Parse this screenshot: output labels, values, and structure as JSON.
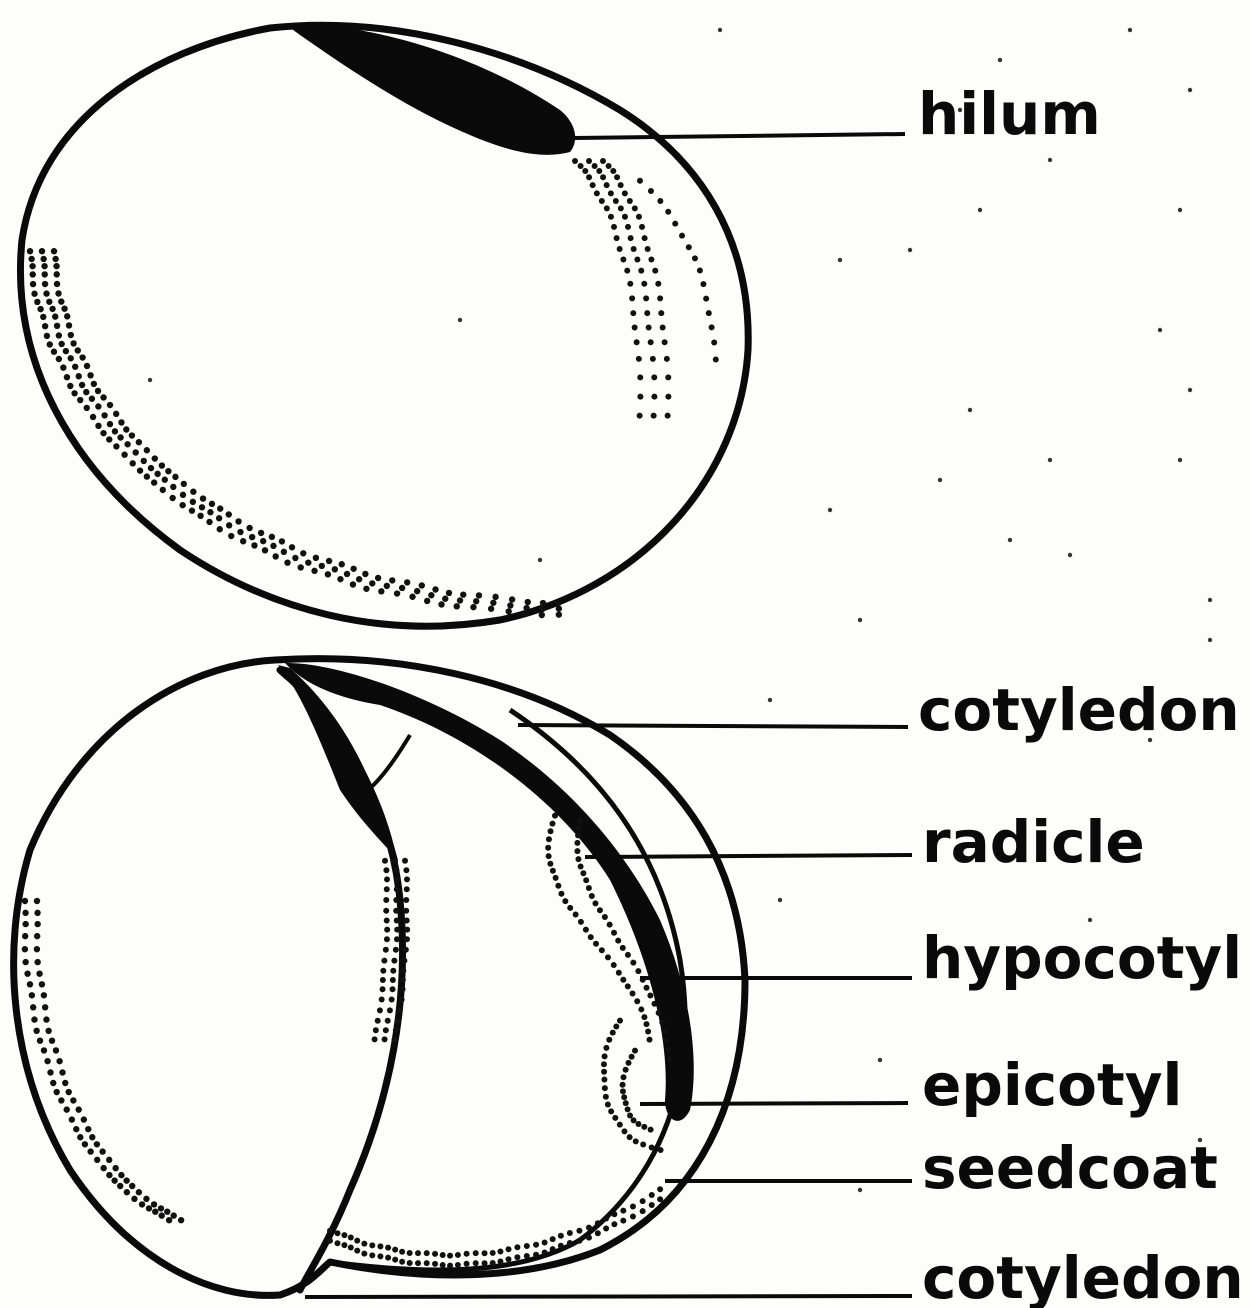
{
  "labels": {
    "hilum": "hilum",
    "cotyledon_top": "cotyledon",
    "radicle": "radicle",
    "hypocotyl": "hypocotyl",
    "epicotyl": "epicotyl",
    "seedcoat": "seedcoat",
    "cotyledon_bottom": "cotyledon"
  },
  "colors": {
    "ink": "#0a0a0a",
    "paper": "#fdfdfb"
  }
}
